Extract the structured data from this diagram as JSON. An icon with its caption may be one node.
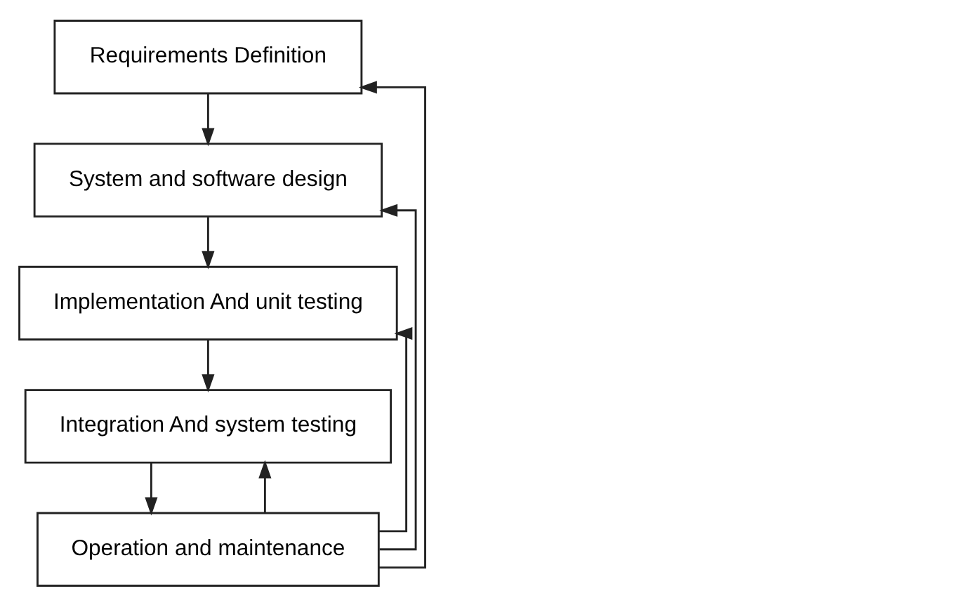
{
  "diagram": {
    "nodes": [
      {
        "text": [
          "Requirements Definition"
        ]
      },
      {
        "text": [
          "System and software design"
        ]
      },
      {
        "text": [
          "Implementation And unit testing"
        ]
      },
      {
        "text": [
          "Integration And system testing"
        ]
      },
      {
        "text": [
          "Operation and maintenance"
        ]
      }
    ],
    "edges": [
      {
        "from": 0,
        "to": 1,
        "arrow": "to"
      },
      {
        "from": 1,
        "to": 2,
        "arrow": "to"
      },
      {
        "from": 2,
        "to": 3,
        "arrow": "to"
      },
      {
        "from": 3,
        "to": 4,
        "arrow": "to"
      },
      {
        "from": 4,
        "to": 3,
        "arrow": "to"
      },
      {
        "from": 4,
        "to": 2,
        "arrow": "to"
      },
      {
        "from": 4,
        "to": 1,
        "arrow": "to"
      },
      {
        "from": 4,
        "to": 0,
        "arrow": "to"
      }
    ]
  }
}
